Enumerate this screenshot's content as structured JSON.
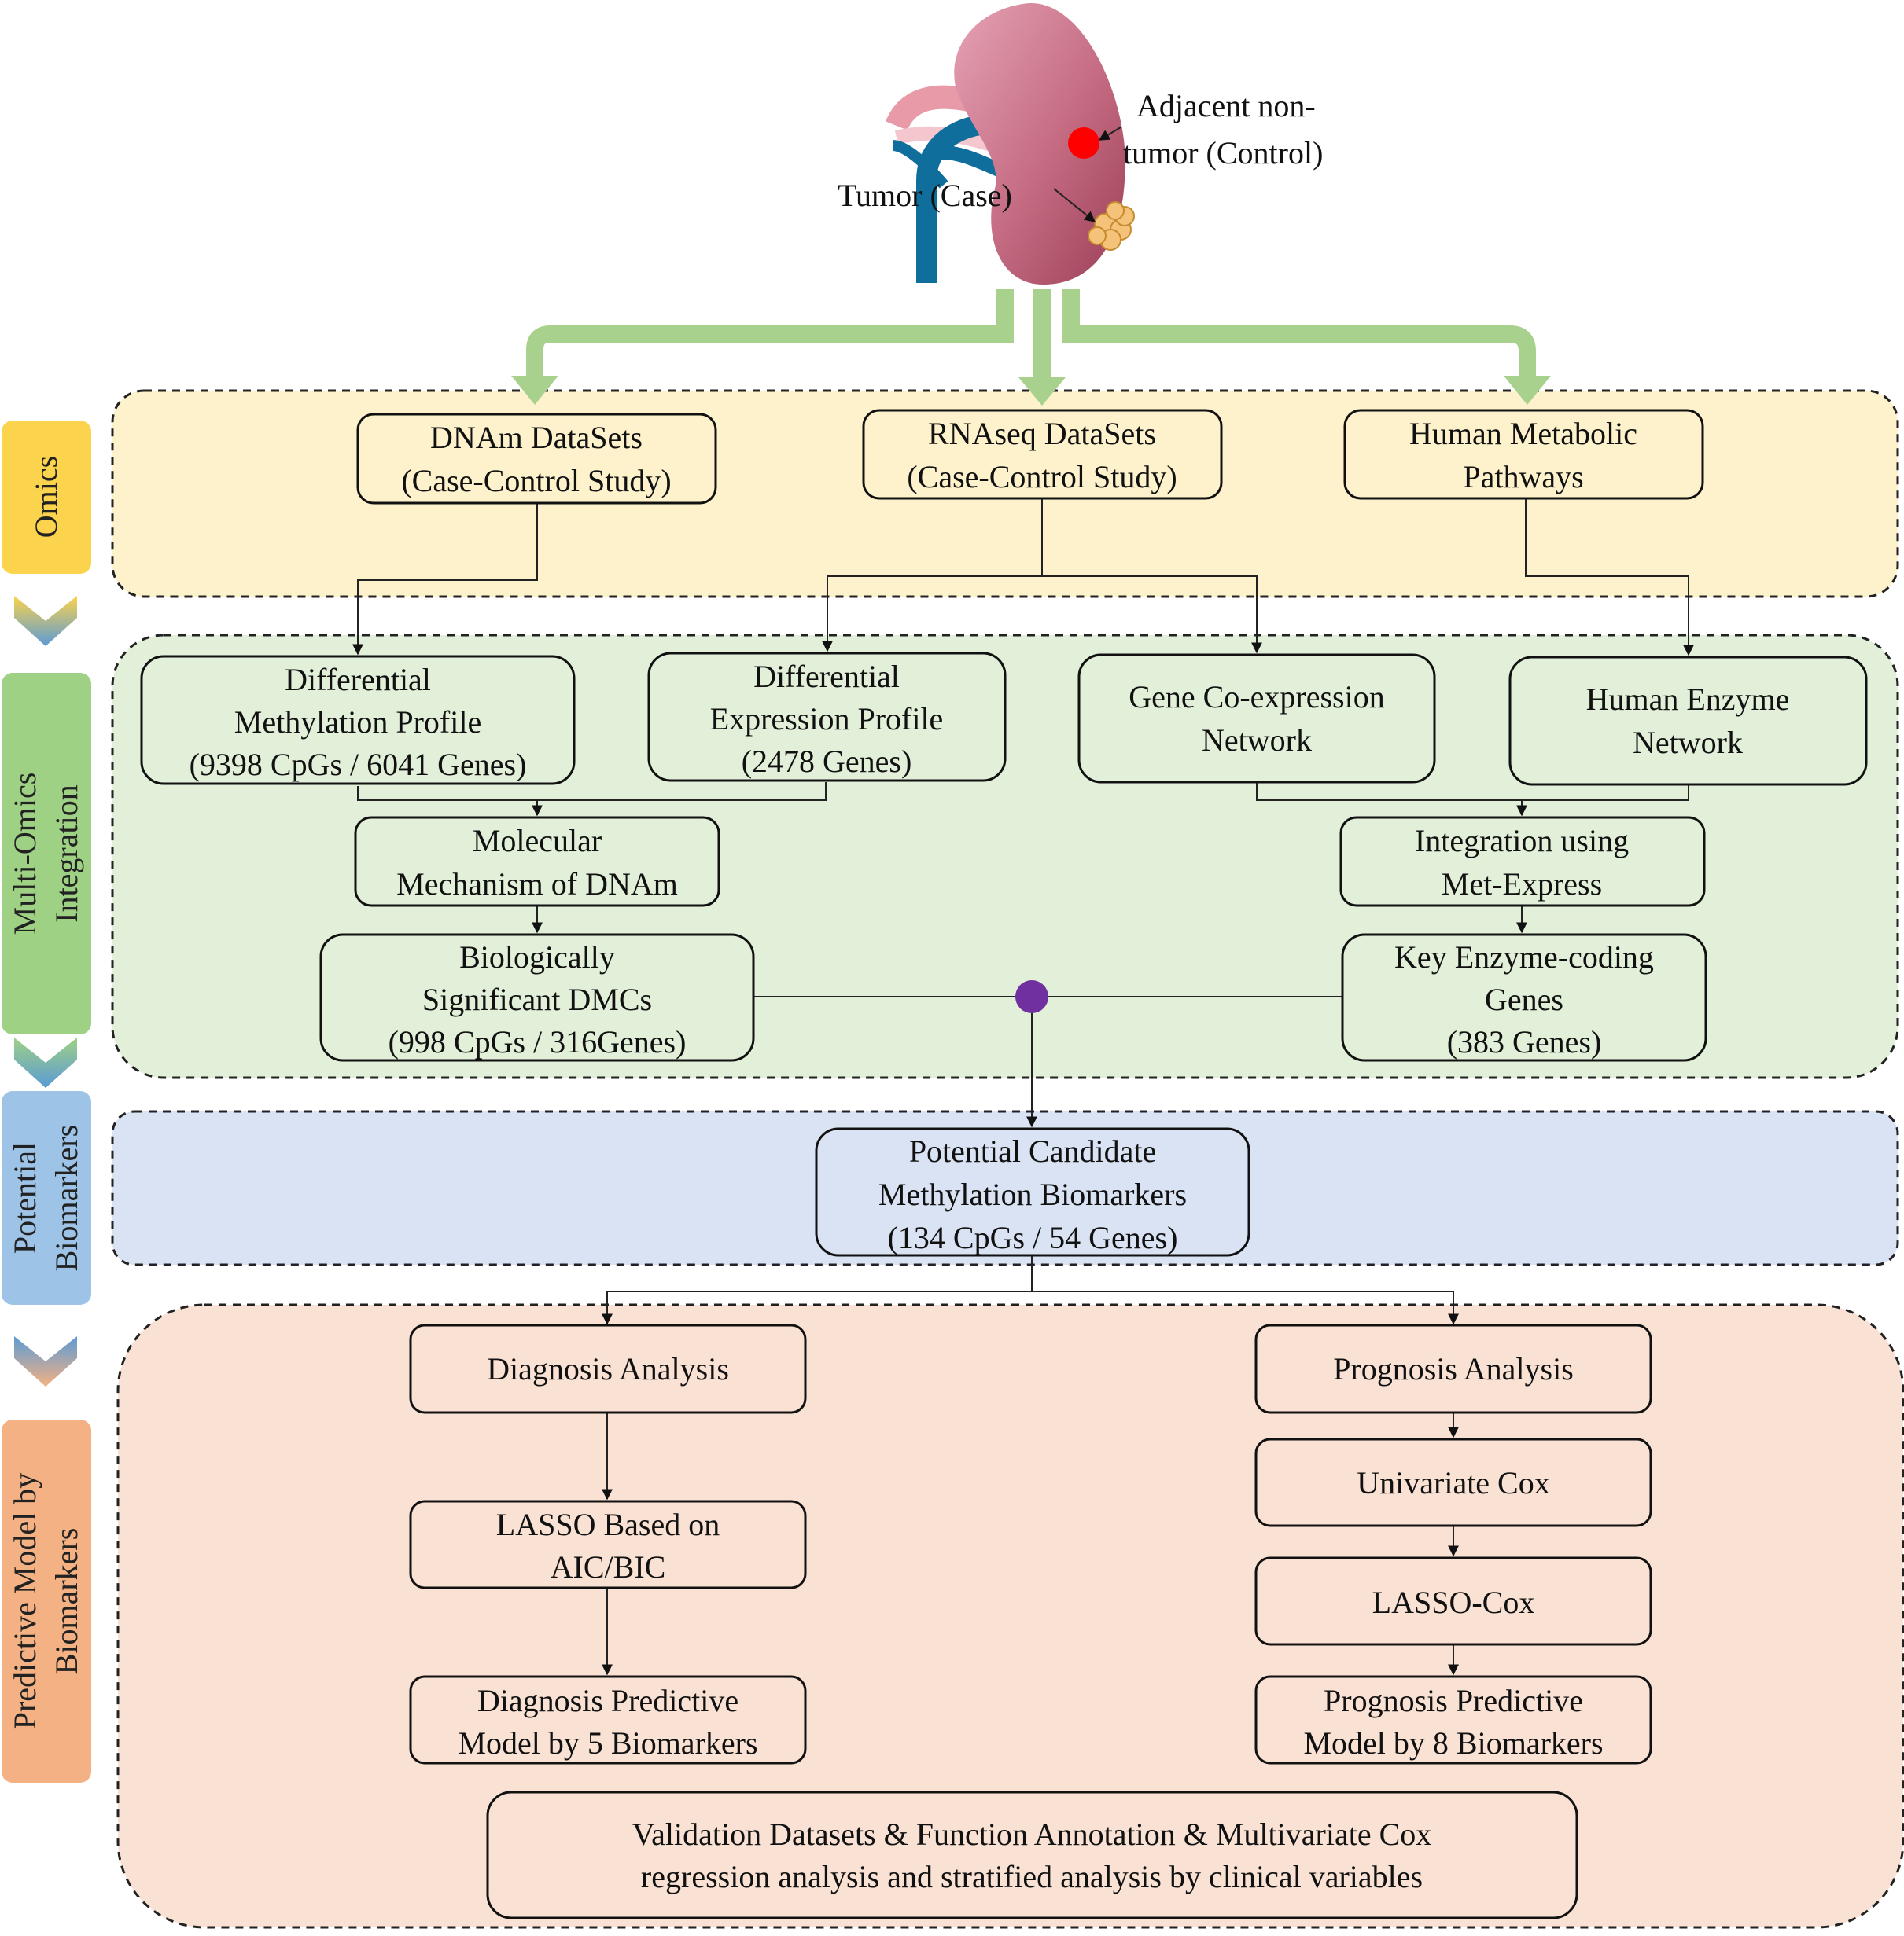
{
  "figure": {
    "kidney_labels": {
      "control": [
        "Adjacent non-",
        "tumor (Control)"
      ],
      "tumor": "Tumor (Case)"
    },
    "stage_labels": {
      "omics": "Omics",
      "integration": [
        "Multi-Omics",
        "Integration"
      ],
      "biomarkers": [
        "Potential",
        "Biomarkers"
      ],
      "predictive": [
        "Predictive Model by",
        "Biomarkers"
      ]
    },
    "boxes": {
      "dnam": [
        "DNAm DataSets",
        "(Case-Control Study)"
      ],
      "rnaseq": [
        "RNAseq DataSets",
        "(Case-Control Study)"
      ],
      "metabolic": [
        "Human Metabolic",
        "Pathways"
      ],
      "dmp": [
        "Differential",
        "Methylation Profile",
        "(9398 CpGs / 6041 Genes)"
      ],
      "dep": [
        "Differential",
        "Expression Profile",
        "(2478 Genes)"
      ],
      "coexp": [
        "Gene Co-expression",
        "Network"
      ],
      "enzyme": [
        "Human Enzyme",
        "Network"
      ],
      "molecular": [
        "Molecular",
        "Mechanism of DNAm"
      ],
      "metexpress": [
        "Integration using",
        "Met-Express"
      ],
      "dmcs": [
        "Biologically",
        "Significant DMCs",
        "(998 CpGs / 316Genes)"
      ],
      "keyenzyme": [
        "Key Enzyme-coding",
        "Genes",
        "(383 Genes)"
      ],
      "candidate": [
        "Potential Candidate",
        "Methylation Biomarkers",
        "(134 CpGs / 54 Genes)"
      ],
      "diagnosis": [
        "Diagnosis Analysis"
      ],
      "prognosis": [
        "Prognosis Analysis"
      ],
      "lasso": [
        "LASSO Based on",
        "AIC/BIC"
      ],
      "univariate": [
        "Univariate Cox"
      ],
      "lassocox": [
        "LASSO-Cox"
      ],
      "diag_model": [
        "Diagnosis Predictive",
        "Model by 5 Biomarkers"
      ],
      "prog_model": [
        "Prognosis Predictive",
        "Model by 8 Biomarkers"
      ],
      "validation": [
        "Validation Datasets & Function Annotation & Multivariate Cox",
        "regression analysis and stratified analysis by clinical variables"
      ]
    },
    "colors": {
      "omics_panel": "#fdf2cc",
      "integration_panel": "#e2efd9",
      "biomarker_panel": "#dae3f3",
      "predictive_panel": "#f9e1d4",
      "omics_tab": "#fcd34d",
      "integration_tab": "#9fd185",
      "biomarker_tab": "#9dc3e6",
      "predictive_tab": "#f4b183",
      "green_arrow": "#a9d18e",
      "hub_dot": "#7030a0",
      "control_dot": "#ff0000"
    }
  }
}
